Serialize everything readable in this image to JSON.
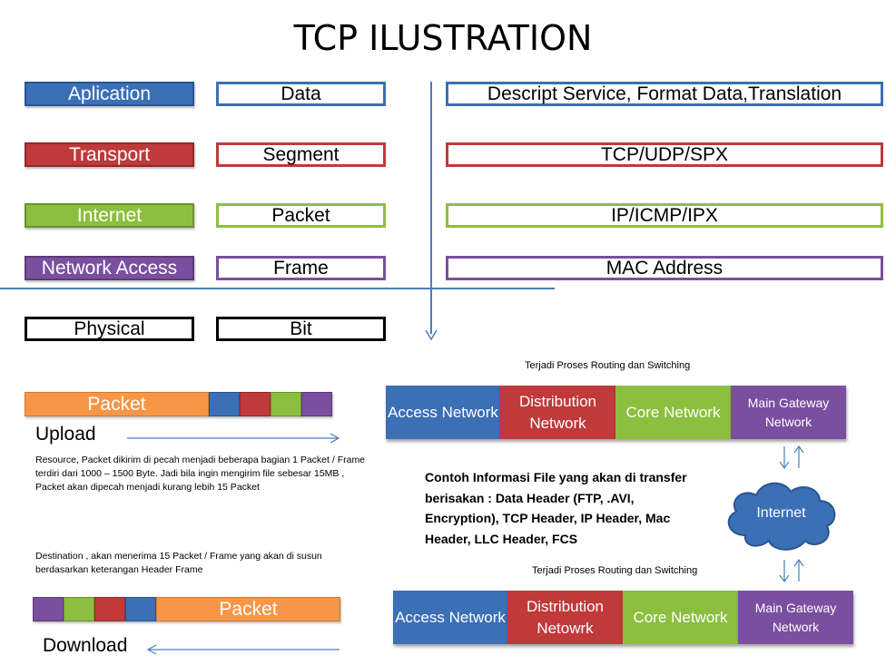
{
  "title": "TCP ILUSTRATION",
  "layers": [
    {
      "name": "Aplication",
      "unit": "Data",
      "protocol": "Descript Service, Format Data,Translation",
      "color": "#3b6fb6"
    },
    {
      "name": "Transport",
      "unit": "Segment",
      "protocol": "TCP/UDP/SPX",
      "color": "#c0393b"
    },
    {
      "name": "Internet",
      "unit": "Packet",
      "protocol": "IP/ICMP/IPX",
      "color": "#8cbf3f"
    },
    {
      "name": "Network Access",
      "unit": "Frame",
      "protocol": "MAC Address",
      "color": "#7b4fa0"
    }
  ],
  "physical": {
    "name": "Physical",
    "unit": "Bit",
    "color": "#000000"
  },
  "upload": {
    "packet_label": "Packet",
    "label": "Upload",
    "description": "Resource, Packet dikirim di pecah menjadi beberapa bagian 1 Packet / Frame terdiri dari 1000 – 1500 Byte. Jadi bila ingin mengirim file sebesar 15MB , Packet akan dipecah menjadi kurang lebih 15 Packet"
  },
  "download": {
    "packet_label": "Packet",
    "label": "Download",
    "description": "Destination , akan menerima 15 Packet / Frame yang akan di susun berdasarkan keterangan Header Frame"
  },
  "network_top": {
    "caption": "Terjadi Proses Routing dan Switching",
    "blocks": [
      "Access Network",
      "Distribution Network",
      "Core Network",
      "Main Gateway Network"
    ]
  },
  "network_bottom": {
    "caption": "Terjadi Proses Routing dan Switching",
    "blocks": [
      "Access Network",
      "Distribution Netowrk",
      "Core Network",
      "Main Gateway Network"
    ]
  },
  "internet_cloud": "Internet",
  "info_text": "Contoh Informasi File yang akan di transfer berisakan : Data Header (FTP, .AVI, Encryption), TCP Header, IP Header, Mac Header, LLC Header, FCS",
  "colors": {
    "orange": "#f79646",
    "blue": "#3b6fb6",
    "red": "#c0393b",
    "green": "#8cbf3f",
    "purple": "#7b4fa0",
    "line": "#4a7dbf"
  }
}
